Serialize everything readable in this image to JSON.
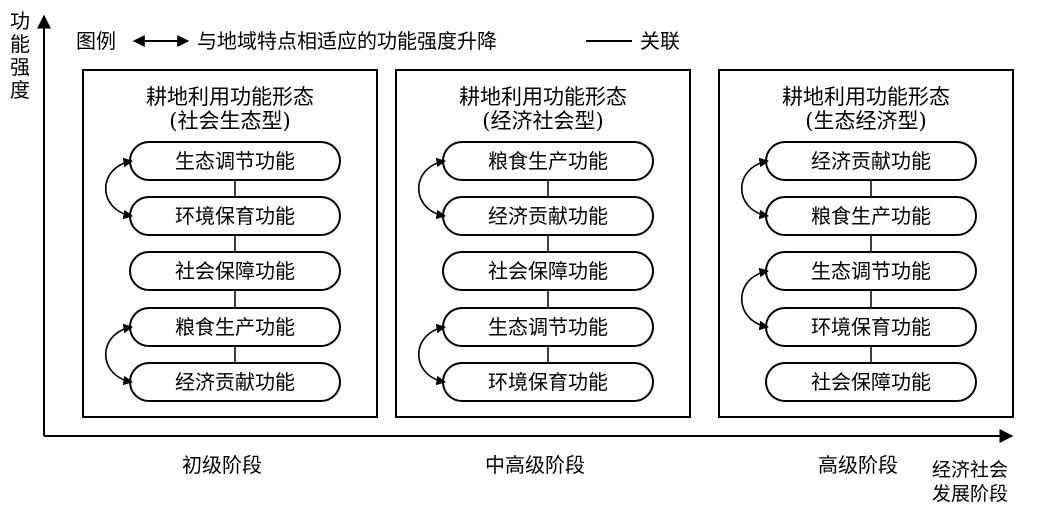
{
  "axes": {
    "y_label": [
      "功",
      "能",
      "强",
      "度"
    ],
    "x_label": [
      "经济社会",
      "发展阶段"
    ]
  },
  "legend": {
    "prefix": "图例",
    "arrow_label": "与地域特点相适应的功能强度升降",
    "line_label": "关联"
  },
  "panels": [
    {
      "title": "耕地利用功能形态",
      "subtitle": "(社会生态型)",
      "stage": "初级阶段",
      "functions": [
        "生态调节功能",
        "环境保育功能",
        "社会保障功能",
        "粮食生产功能",
        "经济贡献功能"
      ],
      "arrow_pairs": [
        [
          0,
          1
        ],
        [
          3,
          4
        ]
      ]
    },
    {
      "title": "耕地利用功能形态",
      "subtitle": "(经济社会型)",
      "stage": "中高级阶段",
      "functions": [
        "粮食生产功能",
        "经济贡献功能",
        "社会保障功能",
        "生态调节功能",
        "环境保育功能"
      ],
      "arrow_pairs": [
        [
          0,
          1
        ],
        [
          3,
          4
        ]
      ]
    },
    {
      "title": "耕地利用功能形态",
      "subtitle": "(生态经济型)",
      "stage": "高级阶段",
      "functions": [
        "经济贡献功能",
        "粮食生产功能",
        "生态调节功能",
        "环境保育功能",
        "社会保障功能"
      ],
      "arrow_pairs": [
        [
          0,
          1
        ],
        [
          2,
          3
        ]
      ]
    }
  ]
}
